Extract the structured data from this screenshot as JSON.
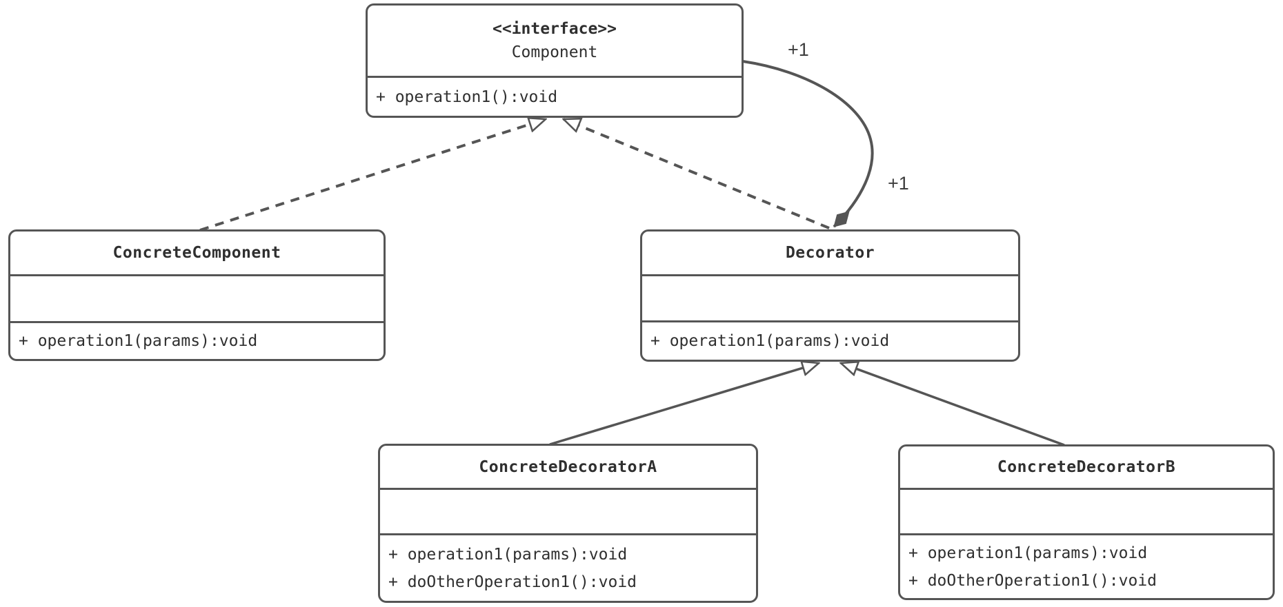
{
  "diagram": {
    "kind": "uml-class-diagram-decorator-pattern",
    "line_color": "#555555",
    "text_color": "#2f2f2f",
    "background_color": "#ffffff"
  },
  "classes": {
    "component": {
      "stereotype": "<<interface>>",
      "name": "Component",
      "methods": [
        "+ operation1():void"
      ]
    },
    "concrete_component": {
      "name": "ConcreteComponent",
      "methods": [
        "+ operation1(params):void"
      ]
    },
    "decorator": {
      "name": "Decorator",
      "methods": [
        "+ operation1(params):void"
      ]
    },
    "concrete_decorator_a": {
      "name": "ConcreteDecoratorA",
      "methods": [
        "+ operation1(params):void",
        "+ doOtherOperation1():void"
      ]
    },
    "concrete_decorator_b": {
      "name": "ConcreteDecoratorB",
      "methods": [
        "+ operation1(params):void",
        "+ doOtherOperation1():void"
      ]
    }
  },
  "relationships": {
    "composition_label_near_component": "+1",
    "composition_label_near_decorator": "+1"
  }
}
